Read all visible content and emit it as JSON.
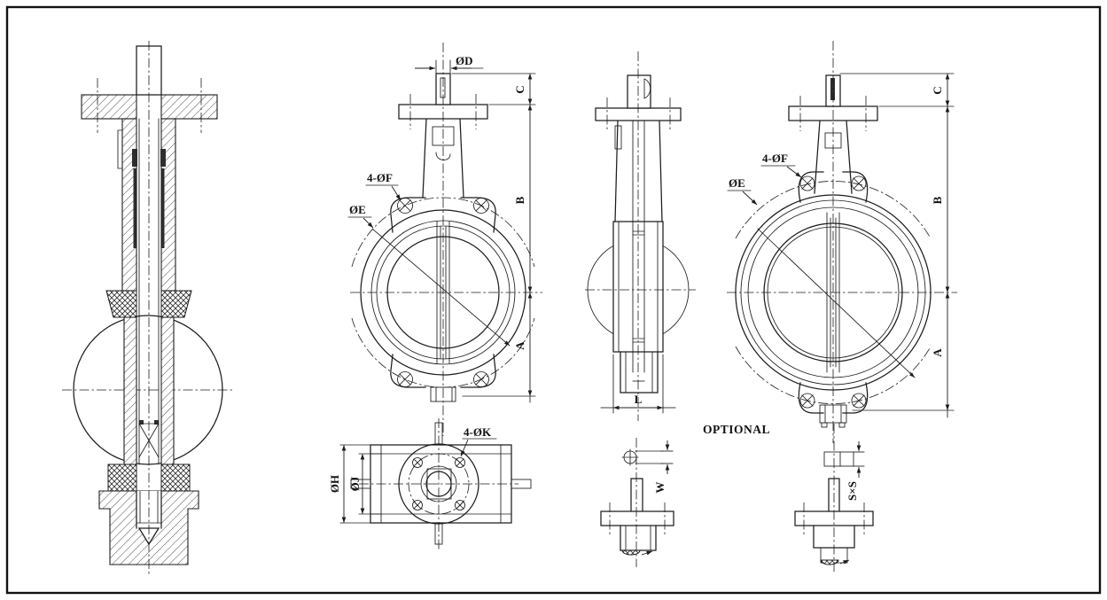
{
  "views": {
    "wafer_front": {
      "dim_d": "ØD",
      "dim_c": "C",
      "dim_b": "B",
      "dim_a": "A",
      "bolt_holes": "4-ØF",
      "bolt_circle": "ØE"
    },
    "top": {
      "dim_h": "ØH",
      "dim_j": "ØJ",
      "bolt_holes": "4-ØK"
    },
    "side": {
      "dim_l": "L"
    },
    "lug_front": {
      "dim_c": "C",
      "dim_b": "B",
      "dim_a": "A",
      "bolt_holes": "4-ØF",
      "bolt_circle": "ØE"
    },
    "stem_flat_detail": {
      "dim_w": "W",
      "caption": "OPTIONAL"
    },
    "stem_square_detail": {
      "dim_s": "S×S"
    }
  },
  "colors": {
    "line": "#1c1c1c",
    "background": "#ffffff"
  }
}
